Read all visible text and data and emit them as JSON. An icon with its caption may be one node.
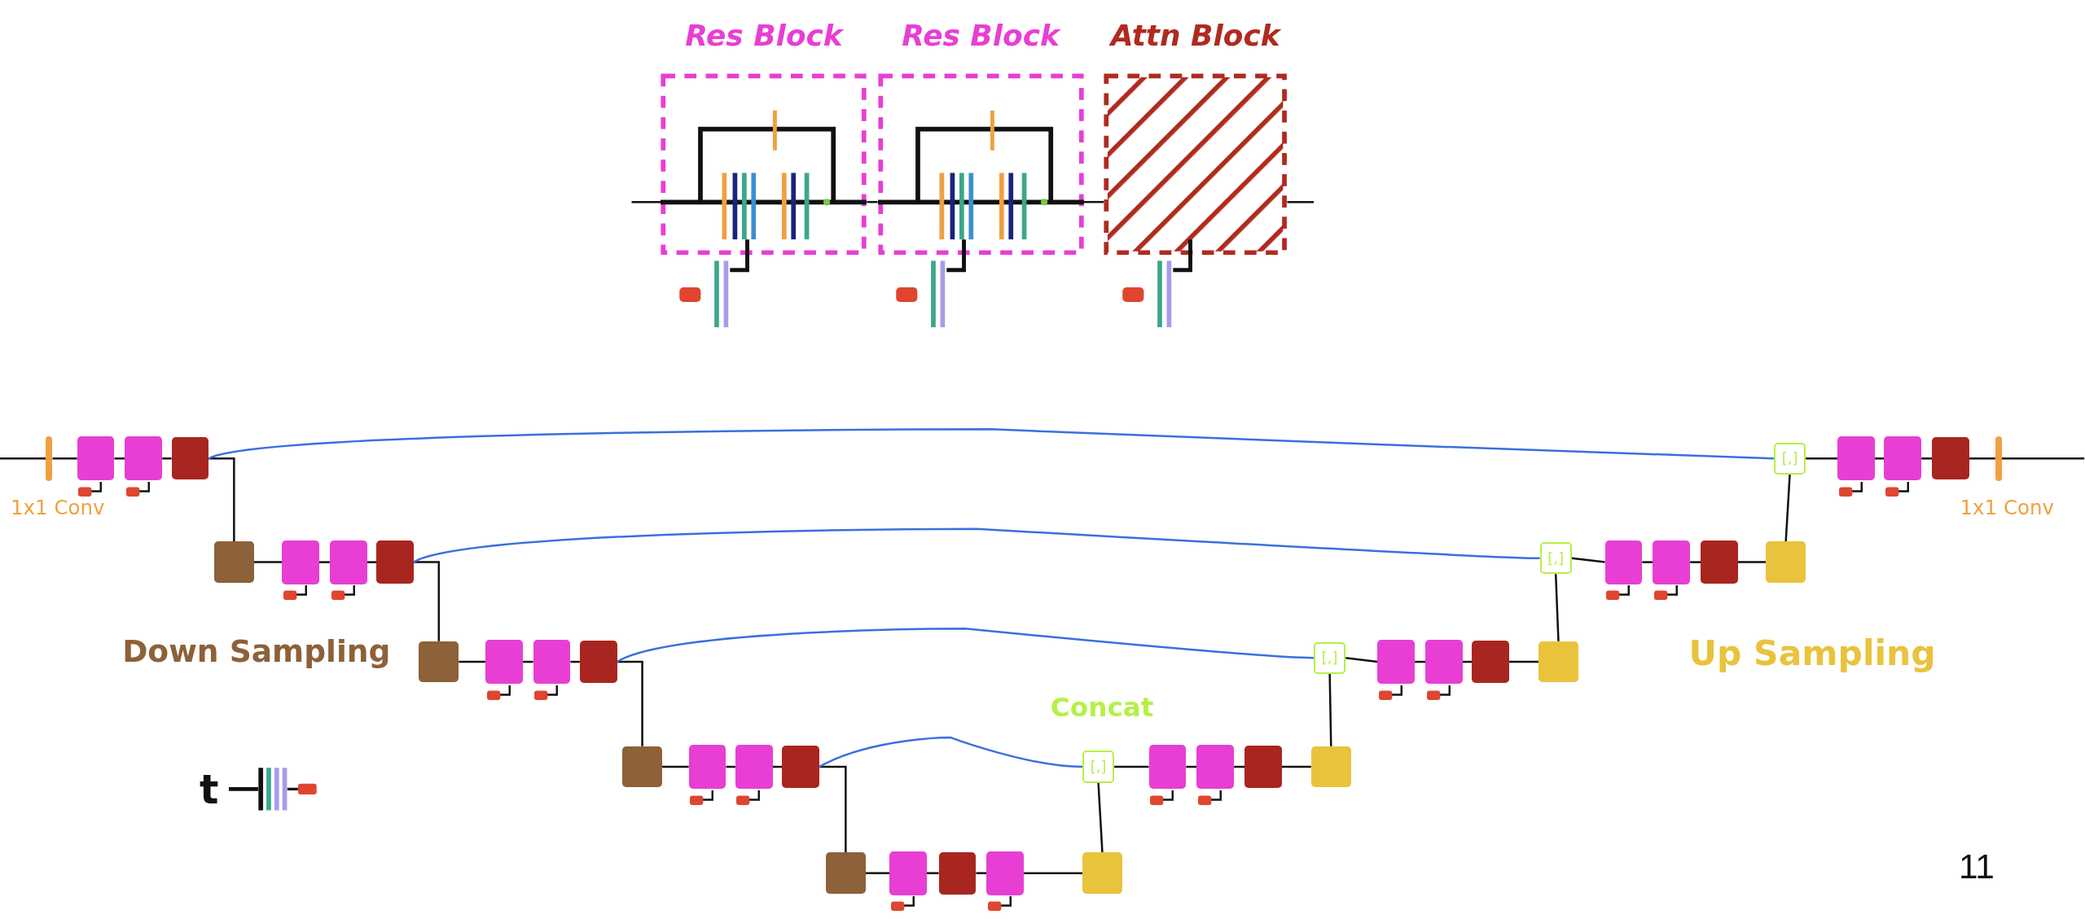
{
  "diagram": {
    "nodes": [
      {
        "text": [
          "Res Block"
        ]
      },
      {
        "text": [
          "Res Block"
        ]
      },
      {
        "text": [
          "Attn Block"
        ]
      },
      {
        "text": [],
        "shape": "bar",
        "beside": [
          "1x1 Conv"
        ]
      },
      {
        "text": [],
        "shape": "box"
      },
      {
        "text": [],
        "shape": "box"
      },
      {
        "text": [],
        "shape": "box"
      },
      {
        "text": [
          "[,]"
        ]
      },
      {
        "text": [],
        "shape": "box"
      },
      {
        "text": [],
        "shape": "box"
      },
      {
        "text": [],
        "shape": "box"
      },
      {
        "text": [],
        "shape": "bar",
        "beside": [
          "1x1 Conv"
        ]
      },
      {
        "text": [],
        "shape": "box"
      },
      {
        "text": [],
        "shape": "box"
      },
      {
        "text": [],
        "shape": "box"
      },
      {
        "text": [],
        "shape": "box"
      },
      {
        "text": [
          "[,]"
        ]
      },
      {
        "text": [],
        "shape": "box"
      },
      {
        "text": [],
        "shape": "box"
      },
      {
        "text": [],
        "shape": "box"
      },
      {
        "text": [],
        "shape": "box"
      },
      {
        "text": [],
        "shape": "box"
      },
      {
        "text": [],
        "shape": "box"
      },
      {
        "text": [],
        "shape": "box"
      },
      {
        "text": [],
        "shape": "box"
      },
      {
        "text": [
          "[,]"
        ]
      },
      {
        "text": [],
        "shape": "box"
      },
      {
        "text": [],
        "shape": "box"
      },
      {
        "text": [],
        "shape": "box"
      },
      {
        "text": [],
        "shape": "box"
      },
      {
        "text": [],
        "shape": "box"
      },
      {
        "text": [],
        "shape": "box"
      },
      {
        "text": [],
        "shape": "box"
      },
      {
        "text": [],
        "shape": "box"
      },
      {
        "text": [
          "[,]"
        ],
        "beside": [
          "Concat"
        ]
      },
      {
        "text": [],
        "shape": "box"
      },
      {
        "text": [],
        "shape": "box"
      },
      {
        "text": [],
        "shape": "box"
      },
      {
        "text": [],
        "shape": "box"
      },
      {
        "text": [],
        "shape": "box"
      },
      {
        "text": [],
        "shape": "box"
      },
      {
        "text": [],
        "shape": "box"
      },
      {
        "text": [],
        "shape": "box"
      },
      {
        "text": [],
        "shape": "box"
      }
    ],
    "edges": [
      {
        "from": null,
        "to": 0,
        "arrow": "none"
      },
      {
        "from": 0,
        "to": 1,
        "arrow": "none"
      },
      {
        "from": 1,
        "to": 2,
        "arrow": "none"
      },
      {
        "from": 2,
        "to": null,
        "arrow": "none"
      },
      {
        "from": null,
        "to": 3,
        "arrow": "none"
      },
      {
        "from": 3,
        "to": 4,
        "arrow": "none"
      },
      {
        "from": 4,
        "to": 5,
        "arrow": "none"
      },
      {
        "from": 5,
        "to": 6,
        "arrow": "none"
      },
      {
        "from": 6,
        "to": 12,
        "arrow": "none"
      },
      {
        "from": 7,
        "to": 8,
        "arrow": "none"
      },
      {
        "from": 8,
        "to": 9,
        "arrow": "none"
      },
      {
        "from": 9,
        "to": 10,
        "arrow": "none"
      },
      {
        "from": 10,
        "to": 11,
        "arrow": "none"
      },
      {
        "from": 11,
        "to": null,
        "arrow": "none"
      },
      {
        "from": 12,
        "to": 13,
        "arrow": "none"
      },
      {
        "from": 13,
        "to": 14,
        "arrow": "none"
      },
      {
        "from": 14,
        "to": 15,
        "arrow": "none"
      },
      {
        "from": 15,
        "to": 21,
        "arrow": "none"
      },
      {
        "from": 16,
        "to": 17,
        "arrow": "none"
      },
      {
        "from": 17,
        "to": 18,
        "arrow": "none"
      },
      {
        "from": 18,
        "to": 19,
        "arrow": "none"
      },
      {
        "from": 19,
        "to": 20,
        "arrow": "none"
      },
      {
        "from": 20,
        "to": 7,
        "arrow": "none"
      },
      {
        "from": 21,
        "to": 22,
        "arrow": "none"
      },
      {
        "from": 22,
        "to": 23,
        "arrow": "none"
      },
      {
        "from": 23,
        "to": 24,
        "arrow": "none"
      },
      {
        "from": 24,
        "to": 30,
        "arrow": "none"
      },
      {
        "from": 25,
        "to": 26,
        "arrow": "none"
      },
      {
        "from": 26,
        "to": 27,
        "arrow": "none"
      },
      {
        "from": 27,
        "to": 28,
        "arrow": "none"
      },
      {
        "from": 28,
        "to": 29,
        "arrow": "none"
      },
      {
        "from": 29,
        "to": 16,
        "arrow": "none"
      },
      {
        "from": 30,
        "to": 31,
        "arrow": "none"
      },
      {
        "from": 31,
        "to": 32,
        "arrow": "none"
      },
      {
        "from": 32,
        "to": 33,
        "arrow": "none"
      },
      {
        "from": 33,
        "to": 39,
        "arrow": "none"
      },
      {
        "from": 34,
        "to": 35,
        "arrow": "none"
      },
      {
        "from": 35,
        "to": 36,
        "arrow": "none"
      },
      {
        "from": 36,
        "to": 37,
        "arrow": "none"
      },
      {
        "from": 37,
        "to": 38,
        "arrow": "none"
      },
      {
        "from": 38,
        "to": 25,
        "arrow": "none"
      },
      {
        "from": 39,
        "to": 40,
        "arrow": "none"
      },
      {
        "from": 40,
        "to": 41,
        "arrow": "none"
      },
      {
        "from": 41,
        "to": 42,
        "arrow": "none"
      },
      {
        "from": 42,
        "to": 43,
        "arrow": "none"
      },
      {
        "from": 43,
        "to": 34,
        "arrow": "none"
      },
      {
        "from": 6,
        "to": 7,
        "arrow": "none",
        "color": "#3a6fe0"
      },
      {
        "from": 15,
        "to": 16,
        "arrow": "none",
        "color": "#3a6fe0"
      },
      {
        "from": 24,
        "to": 25,
        "arrow": "none",
        "color": "#3a6fe0"
      },
      {
        "from": 33,
        "to": 34,
        "arrow": "none",
        "color": "#3a6fe0"
      }
    ],
    "labels": [
      "Down Sampling",
      "Up Sampling",
      "t",
      "11"
    ]
  }
}
